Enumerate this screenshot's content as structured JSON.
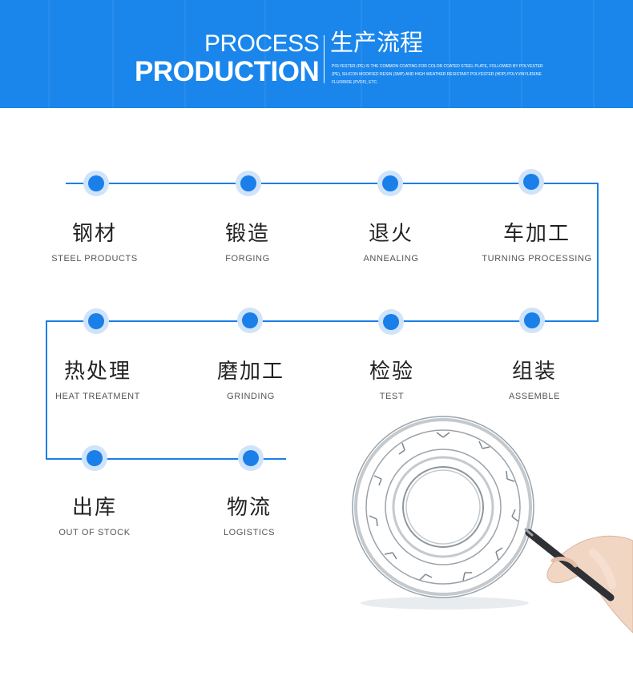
{
  "header": {
    "title_en_line1": "PROCESS",
    "title_en_line2": "PRODUCTION",
    "title_cn": "生产流程",
    "description": "POLYESTER (PE) IS THE COMMON COATING FOR COLOR COATED STEEL PLATE, FOLLOWED BY POLYESTER (PE), SILICON MODIFIED RESIN (SMP) AND HIGH WEATHER RESISTANT POLYESTER (HDP) POLYVINYLIDENE FLUORIDE (PVDF), ETC."
  },
  "colors": {
    "banner": "#1a86ec",
    "line": "#1a7fe8",
    "node": "#1a7fe8",
    "node_halo": "#cfe3fb"
  },
  "steps": [
    {
      "cn": "钢材",
      "en": "STEEL PRODUCTS"
    },
    {
      "cn": "锻造",
      "en": "FORGING"
    },
    {
      "cn": "退火",
      "en": "ANNEALING"
    },
    {
      "cn": "车加工",
      "en": "TURNING PROCESSING"
    },
    {
      "cn": "热处理",
      "en": "HEAT TREATMENT"
    },
    {
      "cn": "磨加工",
      "en": "GRINDING"
    },
    {
      "cn": "检验",
      "en": "TEST"
    },
    {
      "cn": "组装",
      "en": "ASSEMBLE"
    },
    {
      "cn": "出库",
      "en": "OUT OF STOCK"
    },
    {
      "cn": "物流",
      "en": "LOGISTICS"
    }
  ],
  "illustration": {
    "subject": "bearing-sketch",
    "hand": "hand-with-pen"
  }
}
